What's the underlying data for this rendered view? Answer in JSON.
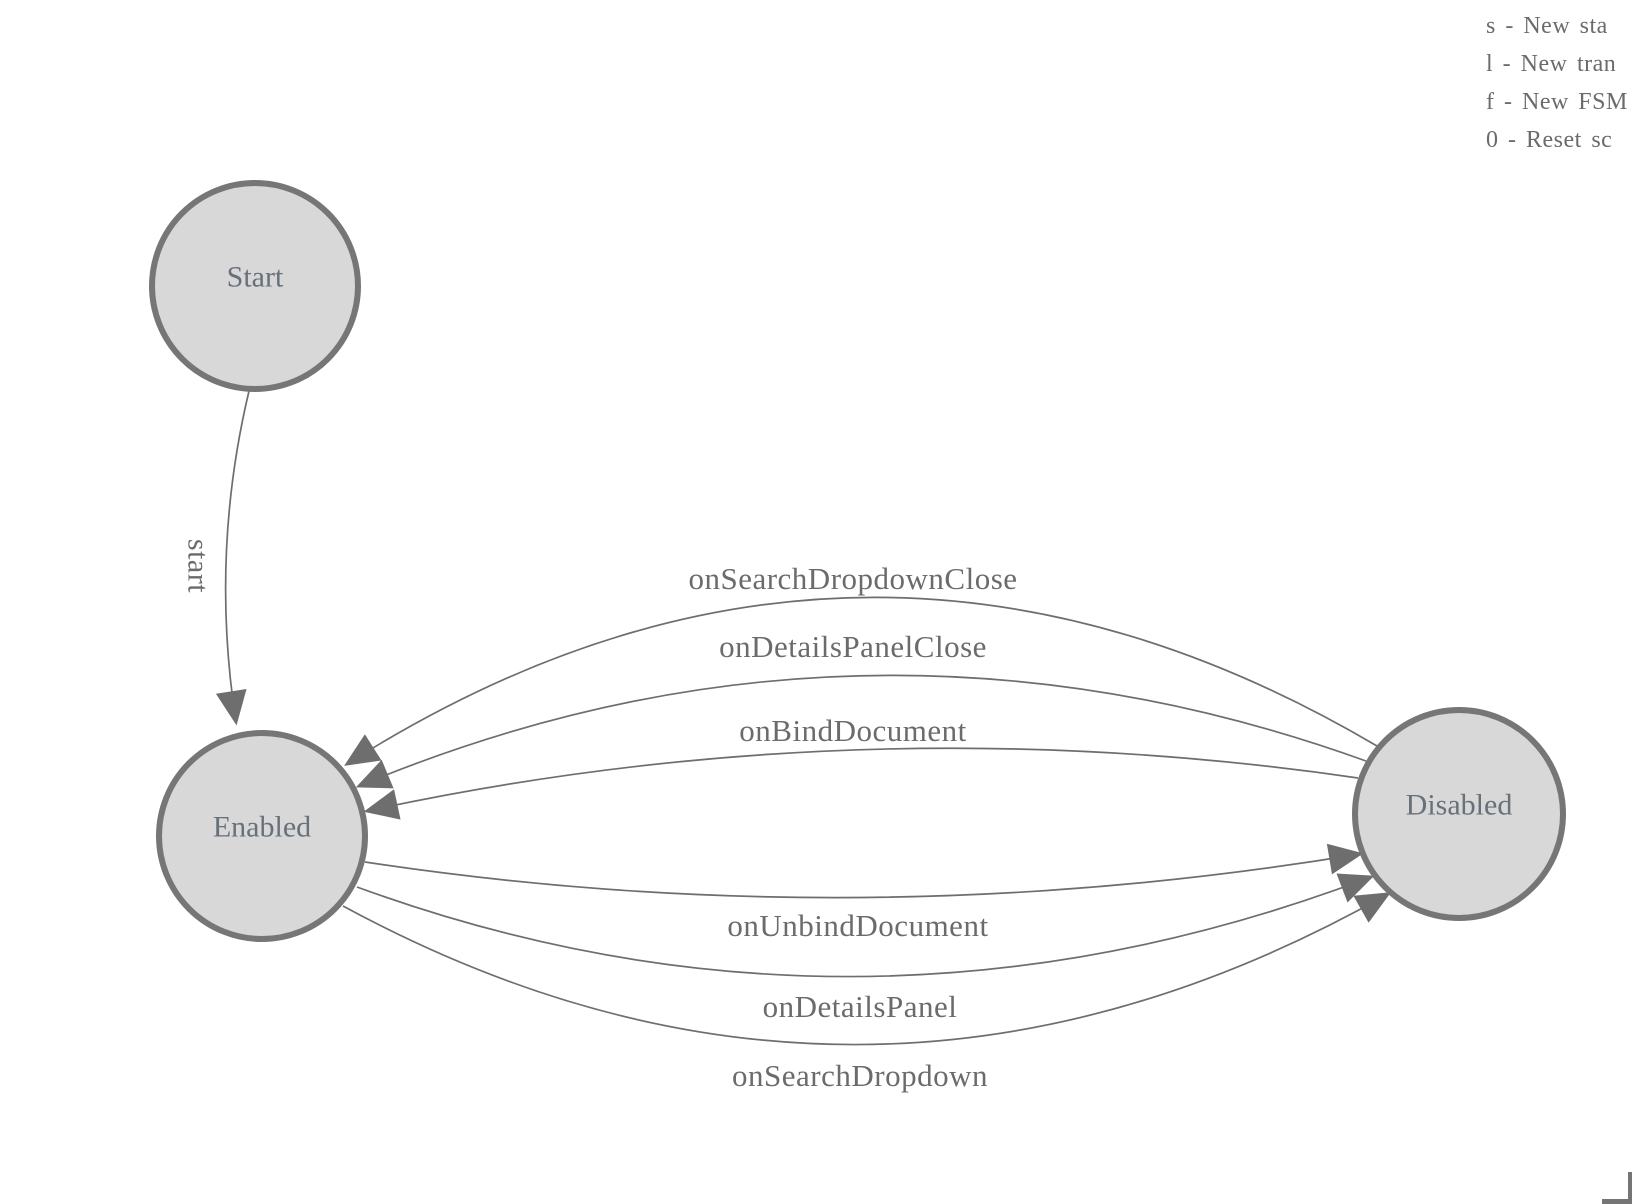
{
  "diagram": {
    "nodes": {
      "start": "Start",
      "enabled": "Enabled",
      "disabled": "Disabled"
    },
    "edges": {
      "start": "start",
      "disabled_to_enabled": [
        "onSearchDropdownClose",
        "onDetailsPanelClose",
        "onBindDocument"
      ],
      "enabled_to_disabled": [
        "onUnbindDocument",
        "onDetailsPanel",
        "onSearchDropdown"
      ]
    }
  },
  "legend": {
    "lines": [
      "s - New sta",
      "l - New tran",
      "f - New FSM",
      "0 - Reset sc"
    ]
  },
  "colors": {
    "node_fill": "#d8d8d8",
    "node_stroke": "#767676",
    "edge_stroke": "#6e6e6e",
    "label_text": "#6b6b6b"
  }
}
